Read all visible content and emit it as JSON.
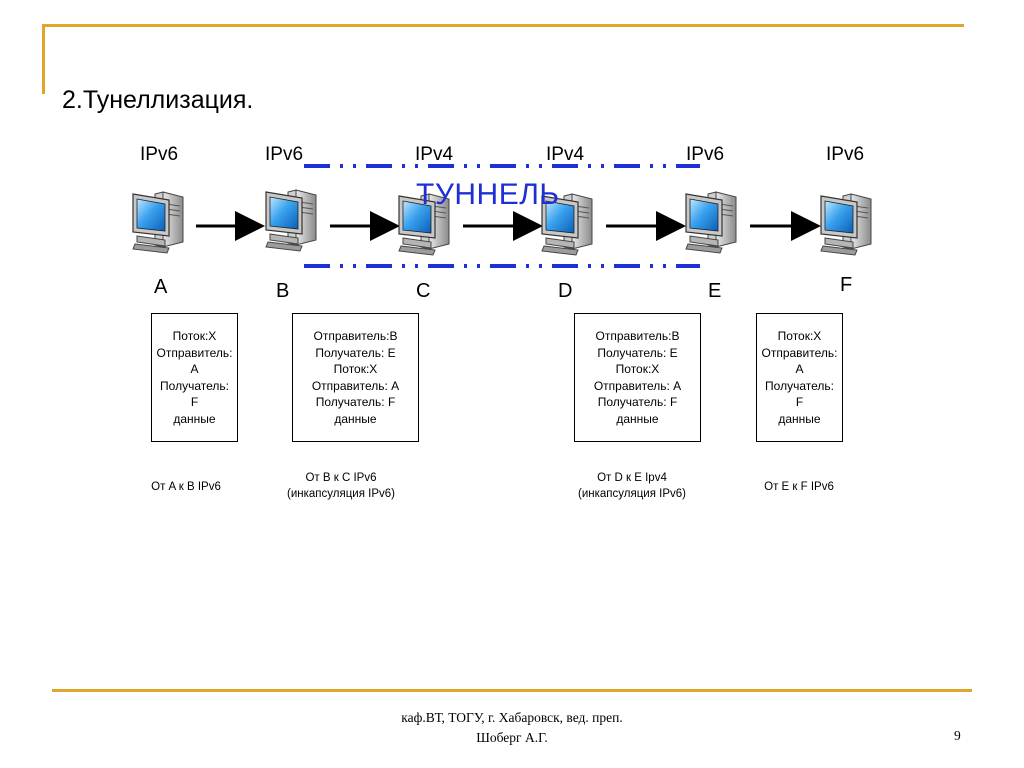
{
  "slide": {
    "title": "2.Тунеллизация."
  },
  "nodes": [
    {
      "id": "A",
      "protocol": "IPv6",
      "letter": "A"
    },
    {
      "id": "B",
      "protocol": "IPv6",
      "letter": "B"
    },
    {
      "id": "C",
      "protocol": "IPv4",
      "letter": "C"
    },
    {
      "id": "D",
      "protocol": "IPv4",
      "letter": "D"
    },
    {
      "id": "E",
      "protocol": "IPv6",
      "letter": "E"
    },
    {
      "id": "F",
      "protocol": "IPv6",
      "letter": "F"
    }
  ],
  "tunnel": {
    "label": "ТУННЕЛЬ",
    "color": "#1f2fd6"
  },
  "packets": [
    {
      "lines": [
        "Поток:X",
        "Отправитель:",
        "A",
        "Получатель:",
        "F",
        "данные"
      ],
      "caption": [
        "От A к B IPv6"
      ]
    },
    {
      "lines": [
        "Отправитель:B",
        "Получатель: E",
        "Поток:X",
        "Отправитель: A",
        "Получатель: F",
        "данные"
      ],
      "caption": [
        "От B к C IPv6",
        "(инкапсуляция IPv6)"
      ]
    },
    {
      "lines": [
        "Отправитель:B",
        "Получатель: E",
        "Поток:X",
        "Отправитель: A",
        "Получатель: F",
        "данные"
      ],
      "caption": [
        "От D к E Ipv4",
        "(инкапсуляция IPv6)"
      ]
    },
    {
      "lines": [
        "Поток:X",
        "Отправитель:",
        "A",
        "Получатель:",
        "F",
        "данные"
      ],
      "caption": [
        "От E к F IPv6"
      ]
    }
  ],
  "footer": {
    "lines": [
      "каф.ВТ, ТОГУ, г. Хабаровск, вед. преп.",
      "Шоберг А.Г."
    ],
    "page_number": "9"
  },
  "icons": {
    "node": "computer-icon",
    "link": "arrow-icon"
  },
  "colors": {
    "accent": "#e2a52c",
    "tunnel": "#1f2fd6"
  }
}
